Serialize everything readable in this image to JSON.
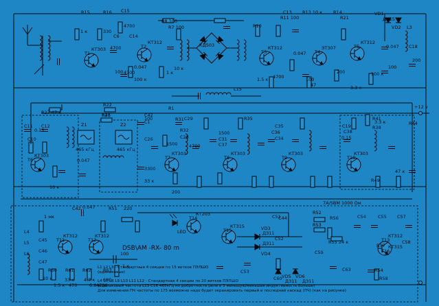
{
  "title": "DSB\\AM -RX- 80 m",
  "supply": "+12 v",
  "rail": "7А/SВМ 1000 Ом",
  "notes": [
    "L1 L2 L3 - Стандартные 4 секции по 15 витков ПЭЛШО",
    "(одинаковые)",
    "L4 L7 L8 L9 L10 L11 L12 - Стандартная 4 секции по 20 витков ПЭЛШО",
    "(одинаковый частота L13 C16 465кГц но добротность реле в 3 меньшую/меньшая индуктивность больше)",
    "Для изменения ПЧ частоты по 175 возможно надо будет экранировать первый и последний каскад (ПЧ) (как на рисунке)"
  ],
  "transistors": [
    {
      "name": "T1",
      "type": "КТ303"
    },
    {
      "name": "T2",
      "type": "КТ312"
    },
    {
      "name": "T3",
      "type": "КТ312"
    },
    {
      "name": "T4",
      "type": "ЭТ307"
    },
    {
      "name": "T5",
      "type": "КТ312"
    },
    {
      "name": "T6",
      "type": "КТ303"
    },
    {
      "name": "T7",
      "type": "КТ303"
    },
    {
      "name": "T8",
      "type": "КТ303"
    },
    {
      "name": "T9",
      "type": "КТ303"
    },
    {
      "name": "T10",
      "type": "КТ303"
    },
    {
      "name": "T11",
      "type": "КТ312"
    },
    {
      "name": "T12",
      "type": "КТ312"
    },
    {
      "name": "T13",
      "type": "КТ312"
    },
    {
      "name": "T14",
      "type": "КТ203"
    },
    {
      "name": "T15",
      "type": "КТ315"
    },
    {
      "name": "T16",
      "type": "КТ315"
    }
  ],
  "labels": {
    "top": [
      "R15",
      "R16",
      "C15",
      "C6",
      "C14",
      "R8 100",
      "R10",
      "R11 100",
      "C13",
      "R13 10 к",
      "R14",
      "VD1",
      "R7 100",
      "R21",
      "L3",
      "C18",
      "ДС15",
      "VD2"
    ],
    "top_values": [
      "1 к",
      "330",
      "4700",
      "100",
      "4700",
      "0.047",
      "100 к",
      "1 к",
      "10 к",
      "1.5 к",
      "4700",
      "0.047",
      "100",
      "47",
      "200",
      "3.3 к",
      "100 к",
      "0.047",
      "100",
      "200",
      "4700"
    ],
    "mid": [
      "R23",
      "R22",
      "C29",
      "C1",
      "R1",
      "L15",
      "R27 47 к",
      "C10",
      "C11",
      "C12",
      "C28",
      "C37",
      "C19",
      "R31",
      "R32",
      "R35",
      "C35",
      "C36",
      "C34",
      "C38",
      "C42",
      "C26",
      "C31",
      "R38",
      "R41",
      "R44",
      "R49",
      "R46"
    ],
    "mid_values": [
      "0.15",
      "100",
      "1500",
      "4700",
      "0.047",
      "3300",
      "33 к",
      "10 к",
      "200",
      "1500",
      "0.15",
      "3.3 к",
      "47 к"
    ],
    "filter": [
      "Z1",
      "Z2",
      "465 кГц",
      "465 кГц"
    ],
    "bot": [
      "L4",
      "L5",
      "L6",
      "C42",
      "0.047",
      "R51",
      "220",
      "C44",
      "R52",
      "R53",
      "R54",
      "R55 24 к",
      "R56",
      "R57",
      "R58",
      "C51",
      "C52",
      "C53",
      "C54",
      "C55",
      "C57",
      "C58",
      "C59",
      "C60",
      "C63",
      "LED",
      "VD3",
      "VD4",
      "VD5",
      "VD6",
      "Д311",
      "Д311",
      "Д311",
      "Д311",
      "R60",
      "R61",
      "R62",
      "R63",
      "C45",
      "C46",
      "C47",
      "10 к",
      "33 к",
      "4.7 к",
      "680",
      "100",
      "1 к",
      "4700",
      "1 мк",
      "1.5 к",
      "470",
      "6.8 к"
    ]
  },
  "diodes": [
    "КД503"
  ]
}
